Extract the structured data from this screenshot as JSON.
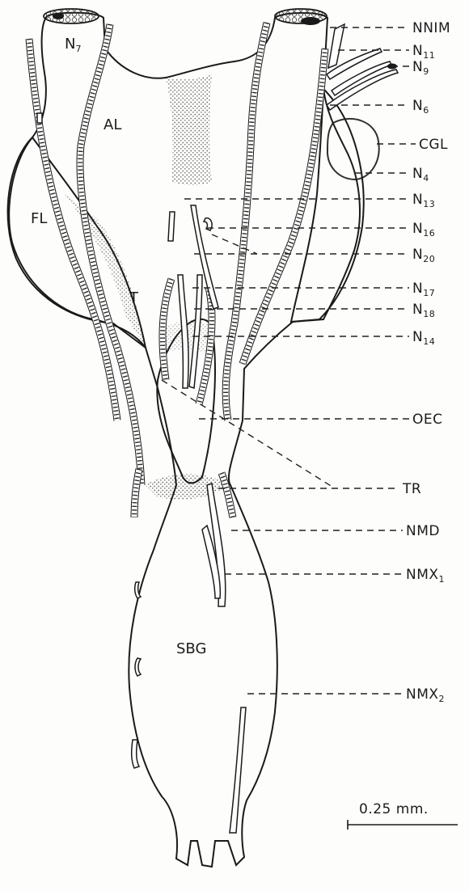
{
  "figure": {
    "labels": [
      {
        "key": "nnim",
        "main": "NNIM",
        "sub": ""
      },
      {
        "key": "n11",
        "main": "N",
        "sub": "11"
      },
      {
        "key": "n9",
        "main": "N",
        "sub": "9"
      },
      {
        "key": "n6",
        "main": "N",
        "sub": "6"
      },
      {
        "key": "cgl",
        "main": "CGL",
        "sub": ""
      },
      {
        "key": "n4",
        "main": "N",
        "sub": "4"
      },
      {
        "key": "n13",
        "main": "N",
        "sub": "13"
      },
      {
        "key": "n16",
        "main": "N",
        "sub": "16"
      },
      {
        "key": "n20",
        "main": "N",
        "sub": "20"
      },
      {
        "key": "n17",
        "main": "N",
        "sub": "17"
      },
      {
        "key": "n18",
        "main": "N",
        "sub": "18"
      },
      {
        "key": "n14",
        "main": "N",
        "sub": "14"
      },
      {
        "key": "oec",
        "main": "OEC",
        "sub": ""
      },
      {
        "key": "tr",
        "main": "TR",
        "sub": ""
      },
      {
        "key": "nmd",
        "main": "NMD",
        "sub": ""
      },
      {
        "key": "nmx1",
        "main": "NMX",
        "sub": "1"
      },
      {
        "key": "nmx2",
        "main": "NMX",
        "sub": "2"
      }
    ],
    "inner_labels": {
      "n7": {
        "main": "N",
        "sub": "7"
      },
      "al": "AL",
      "fl": "FL",
      "t": "T",
      "sbg": "SBG"
    },
    "scale_bar": "0.25 mm."
  }
}
